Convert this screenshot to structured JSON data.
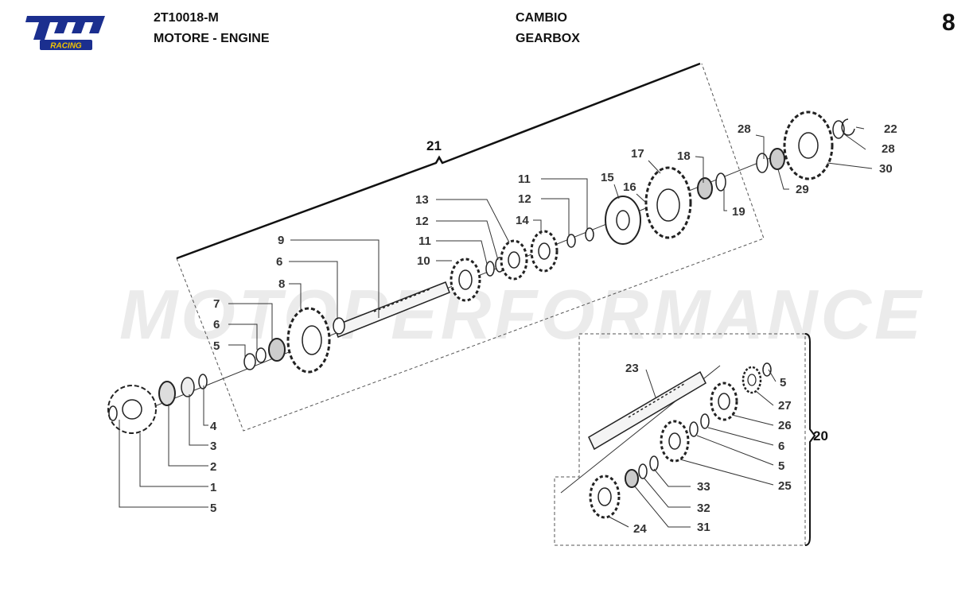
{
  "header": {
    "code": "2T10018-M",
    "section": "MOTORE - ENGINE",
    "title_it": "CAMBIO",
    "title_en": "GEARBOX",
    "page": "8"
  },
  "logo": {
    "brand": "tm",
    "subtitle": "RACING",
    "color": "#1b2f8f",
    "accent": "#f2c400"
  },
  "watermark": "MOTOPERFORMANCE",
  "groups": {
    "main_shaft": "21",
    "secondary_shaft": "20"
  },
  "callouts": [
    "22",
    "28",
    "30",
    "28",
    "29",
    "17",
    "18",
    "19",
    "16",
    "15",
    "11",
    "12",
    "14",
    "13",
    "12",
    "11",
    "10",
    "9",
    "6",
    "8",
    "7",
    "6",
    "5",
    "4",
    "3",
    "2",
    "1",
    "5",
    "23",
    "5",
    "27",
    "26",
    "6",
    "5",
    "25",
    "33",
    "32",
    "31",
    "24"
  ]
}
